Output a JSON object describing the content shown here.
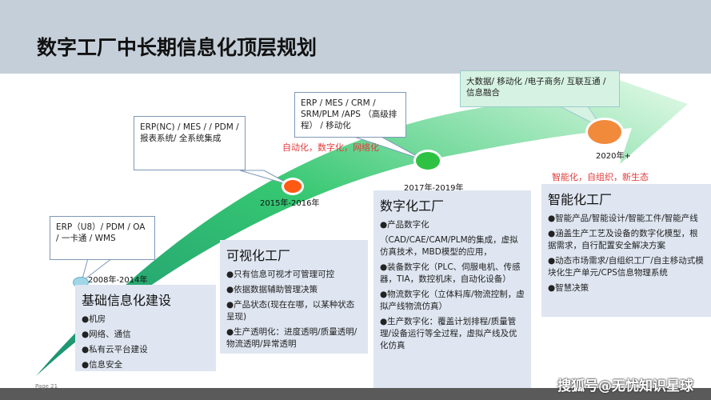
{
  "title": "数字工厂中长期信息化顶层规划",
  "callouts": {
    "c1": "ERP（U8）/ PDM / OA / 一卡通 / WMS",
    "c2": "ERP(NC) / MES / / PDM / 报表系统/ 全系统集成",
    "c3": "ERP / MES / CRM / SRM/PLM /APS （高级排程） / 移动化",
    "c4": "大数据/ 移动化 /电子商务/ 互联互通 / 信息融合"
  },
  "milestones": {
    "m1": "2008年-2014年",
    "m2": "2015年-2016年",
    "m3": "2017年-2019年",
    "m4": "2020年+"
  },
  "red_labels": {
    "r1": "自动化，数字化，网络化",
    "r2": "智能化，自组织，新生态"
  },
  "panels": {
    "p1": {
      "title": "基础信息化建设",
      "items": [
        "●机房",
        "●网络、通信",
        "●私有云平台建设",
        "●信息安全"
      ]
    },
    "p2": {
      "title": "可视化工厂",
      "items": [
        "●只有信息可视才可管理可控",
        "●依据数据辅助管理决策",
        "●产品状态(现在在哪，以某种状态呈现)",
        "●生产透明化：进度透明/质量透明/物流透明/异常透明"
      ]
    },
    "p3": {
      "title": "数字化工厂",
      "items": [
        "●产品数字化",
        "（CAD/CAE/CAM/PLM的集成，虚拟仿真技术，MBD模型的应用，",
        "●装备数字化（PLC、伺服电机、传感器，TIA，数控机床，自动化设备）",
        "●物流数字化（立体料库/物流控制，虚拟产线物流仿真）",
        "●生产数字化：覆盖计划排程/质量管理/设备运行等全过程，虚拟产线及优化仿真"
      ]
    },
    "p4": {
      "title": "智能化工厂",
      "items": [
        "●智能产品/智能设计/智能工件/智能产线",
        "●涵盖生产工艺及设备的数字化模型，根据需求，自行配置安全解决方案",
        "●动态市场需求/自组织工厂/自主移动式模块化生产单元/CPS信息物理系统",
        "●智慧决策"
      ]
    }
  },
  "watermark": "搜狐号@无忧知识星球",
  "page_no": "Page 21"
}
